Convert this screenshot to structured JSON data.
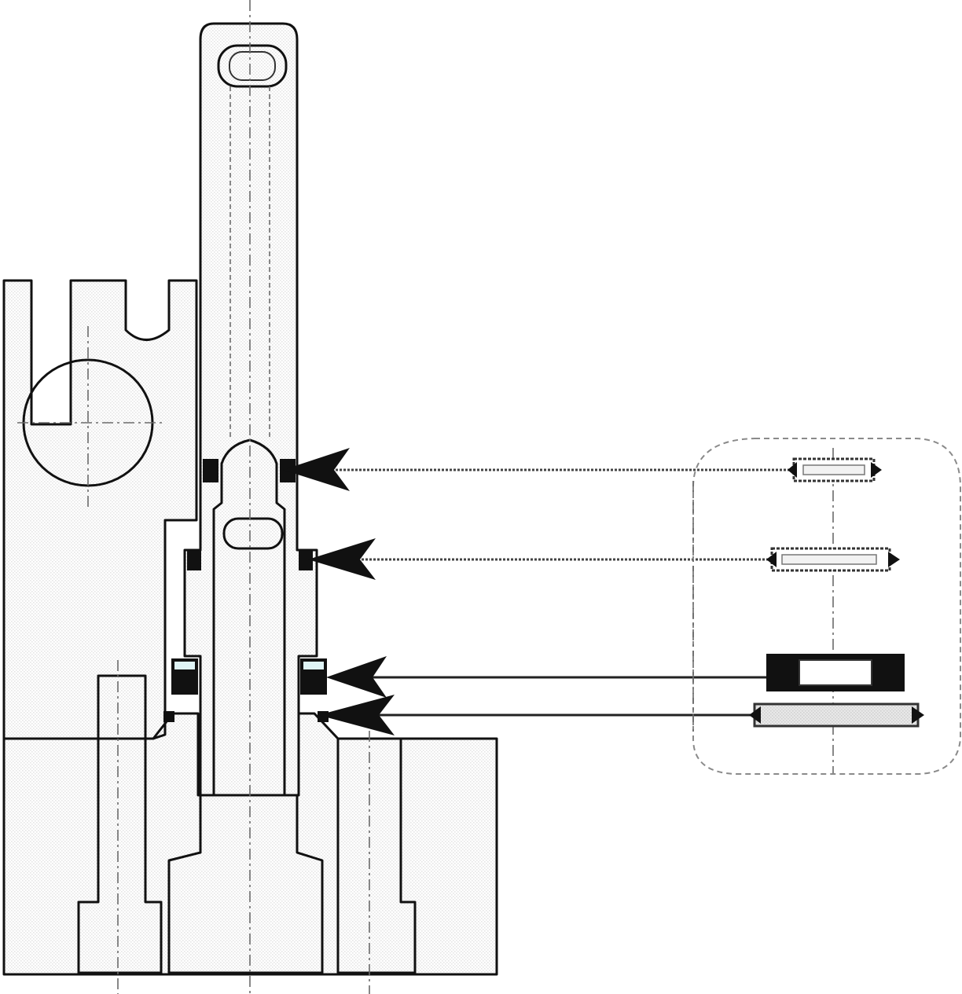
{
  "diagram": {
    "kind": "mechanical cross-section with seal callouts",
    "colors": {
      "background": "#ffffff",
      "housing": "#f7dcc6",
      "base": "#bfe3ea",
      "lever": "#a8d84a",
      "line": "#111111",
      "seal": "#111111",
      "detail_box": "#8a8a8a"
    },
    "parts": [
      "lever",
      "housing",
      "base-block",
      "shaft",
      "bolt",
      "seal-rings"
    ],
    "callouts": [
      {
        "id": 1,
        "style": "dotted"
      },
      {
        "id": 2,
        "style": "dotted"
      },
      {
        "id": 3,
        "style": "solid"
      },
      {
        "id": 4,
        "style": "solid"
      }
    ]
  }
}
